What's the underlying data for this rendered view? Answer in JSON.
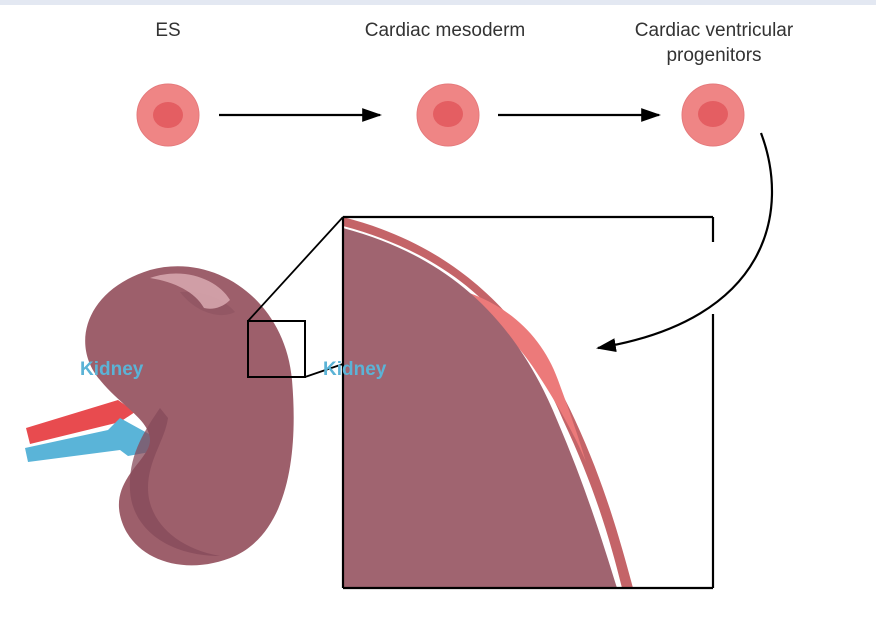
{
  "stages": [
    {
      "label": "ES"
    },
    {
      "label": "Cardiac mesoderm"
    },
    {
      "label": "Cardiac ventricular\nprogenitors"
    }
  ],
  "organ": {
    "left_label": "Kidney",
    "right_label": "Kidney"
  },
  "colors": {
    "cell_outer": "#ef8585",
    "cell_inner": "#e45e62",
    "kidney_body": "#9d5f6b",
    "kidney_shadow": "#85495a",
    "highlight": "#d9a9b0",
    "cell_layer": "#ec7a7a",
    "capsule": "#c46468",
    "artery": "#e84b4f",
    "vein": "#5ab4d8",
    "label_blue": "#5bb3d6",
    "line": "#000000"
  },
  "icons": [
    "cell-icon",
    "arrow-right-icon",
    "curved-arrow-icon",
    "kidney-icon",
    "zoom-box-icon"
  ]
}
